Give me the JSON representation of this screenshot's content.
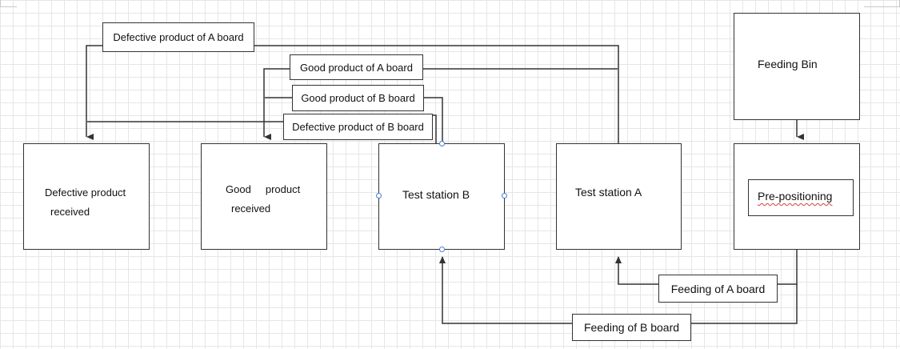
{
  "diagram": {
    "nodes": {
      "feeding_bin": "Feeding Bin",
      "pre_positioning": "Pre-positioning",
      "test_station_a": "Test station A",
      "test_station_b": "Test station B",
      "good_received_line1": "Good     product",
      "good_received_line2": "received",
      "defective_received_line1": "Defective product",
      "defective_received_line2": "received"
    },
    "edge_labels": {
      "defective_a": "Defective product of A board",
      "good_a": "Good product of A board",
      "good_b": "Good product of B board",
      "defective_b": "Defective product of B board",
      "feeding_a": "Feeding of A board",
      "feeding_b": "Feeding of B board"
    },
    "colors": {
      "line": "#333333",
      "grid": "#e6e6e6",
      "handle": "#4a7fd4",
      "spellcheck": "#d04040"
    }
  }
}
